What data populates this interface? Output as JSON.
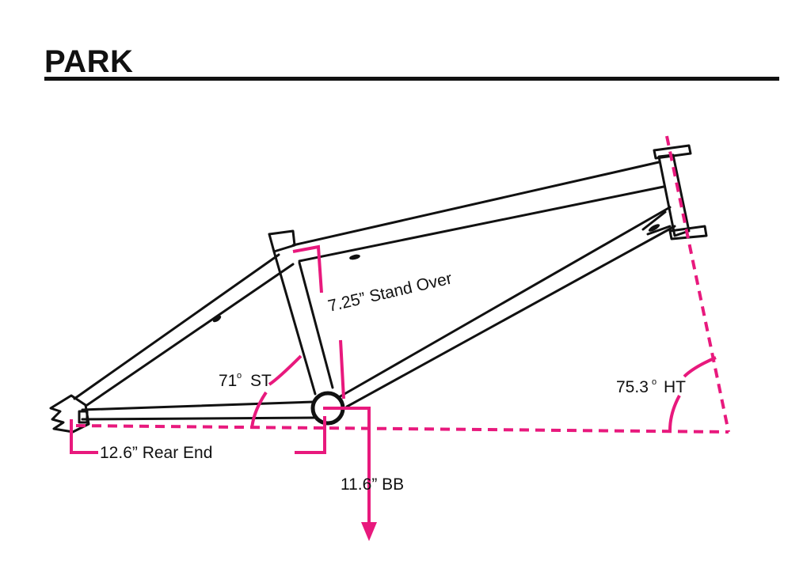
{
  "title": "PARK",
  "accent_color": "#e8197d",
  "labels": {
    "stand_over": "7.25” Stand Over",
    "seat_tube_angle": "71",
    "seat_tube_angle_suffix": "ST",
    "head_tube_angle": "75.3",
    "head_tube_angle_suffix": "HT",
    "rear_end": "12.6” Rear End",
    "bottom_bracket": "11.6” BB",
    "degree_mark": "o"
  }
}
